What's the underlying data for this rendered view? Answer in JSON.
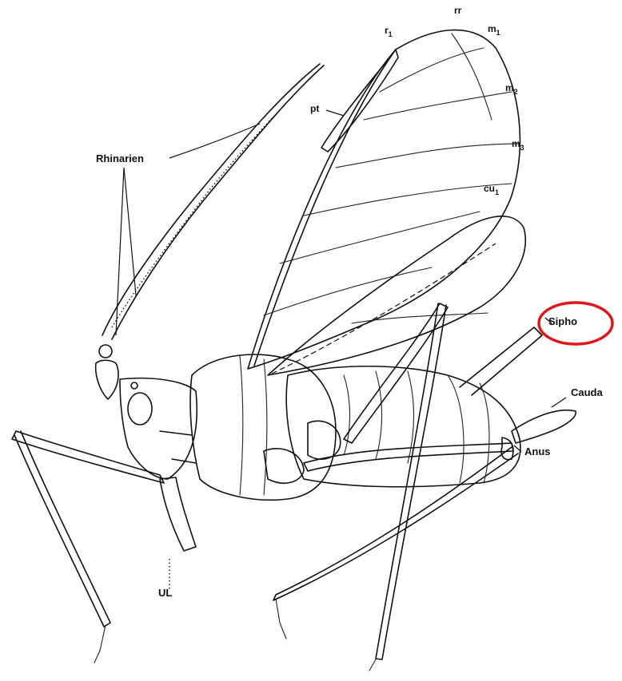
{
  "labels": {
    "rhinarien": "Rhinarien",
    "pt": "pt",
    "r1": "r",
    "r1_sub": "1",
    "rr": "rr",
    "m1": "m",
    "m1_sub": "1",
    "m2": "m",
    "m2_sub": "2",
    "m3": "m",
    "m3_sub": "3",
    "cu1": "cu",
    "cu1_sub": "1",
    "sipho": "Sipho",
    "cauda": "Cauda",
    "anus": "Anus",
    "ul": "UL"
  },
  "colors": {
    "ink": "#111111",
    "background": "#ffffff",
    "highlight_circle": "#e0161b"
  }
}
